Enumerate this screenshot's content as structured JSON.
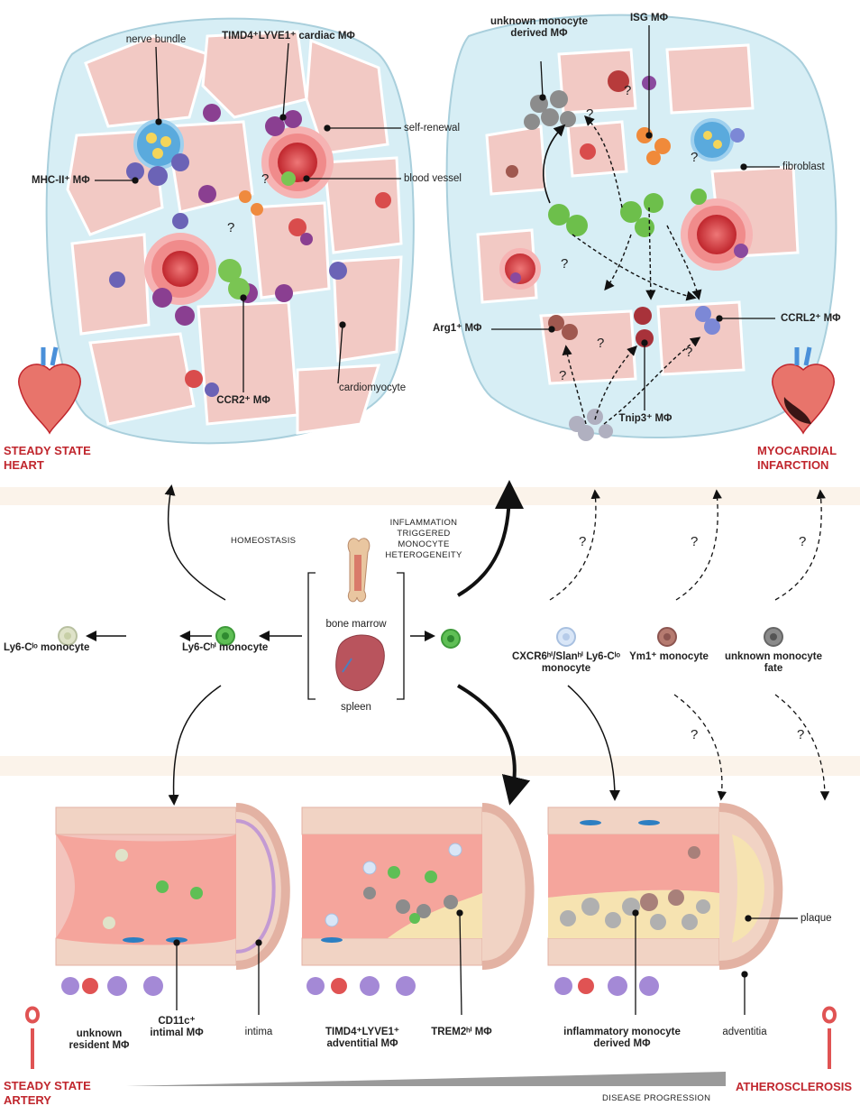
{
  "panels": {
    "steady_heart": "STEADY STATE\nHEART",
    "mi": "MYOCARDIAL\nINFARCTION",
    "steady_artery": "STEADY STATE\nARTERY",
    "athero": "ATHEROSCLEROSIS"
  },
  "heart_labels": {
    "nerve_bundle": "nerve bundle",
    "timd4_cardiac": "TIMD4⁺LYVE1⁺ cardiac MΦ",
    "self_renewal": "self-renewal",
    "mhc": "MHC-II⁺ MΦ",
    "blood_vessel": "blood vessel",
    "cardiomyocyte": "cardiomyocyte",
    "ccr2": "CCR2⁺ MΦ"
  },
  "mi_labels": {
    "unknown_mono": "unknown monocyte\nderived MΦ",
    "isg": "ISG MΦ",
    "fibroblast": "fibroblast",
    "arg1": "Arg1⁺ MΦ",
    "ccrl2": "CCRL2⁺ MΦ",
    "tnip3": "Tnip3⁺ MΦ"
  },
  "middle": {
    "homeostasis": "HOMEOSTASIS",
    "inflammation": "INFLAMMATION\nTRIGGERED\nMONOCYTE\nHETEROGENEITY",
    "bone_marrow": "bone marrow",
    "spleen": "spleen",
    "ly6c_lo": "Ly6-Cˡᵒ monocyte",
    "ly6c_hi": "Ly6-Cʰⁱ monocyte",
    "cxcr6": "CXCR6ʰⁱ/Slanʰⁱ Ly6-Cˡᵒ\nmonocyte",
    "ym1": "Ym1⁺ monocyte",
    "unknown_fate": "unknown monocyte\nfate",
    "q": "?"
  },
  "artery_labels": {
    "unknown_resident": "unknown\nresident MΦ",
    "cd11c": "CD11c⁺\nintimal MΦ",
    "intima": "intima",
    "timd4_adv": "TIMD4⁺LYVE1⁺\nadventitial MΦ",
    "trem2": "TREM2ʰⁱ MΦ",
    "inflam_derived": "inflammatory monocyte\nderived MΦ",
    "adventitia": "adventitia",
    "plaque": "plaque"
  },
  "progression": "DISEASE PROGRESSION",
  "colors": {
    "red": "#c0262d",
    "tissue": "#f4cfcc",
    "cell": "#e8b9b5",
    "ecm": "#d7eef5",
    "green": "#6dbf4b",
    "purple": "#8a4a9e",
    "blue": "#5b72b8"
  }
}
